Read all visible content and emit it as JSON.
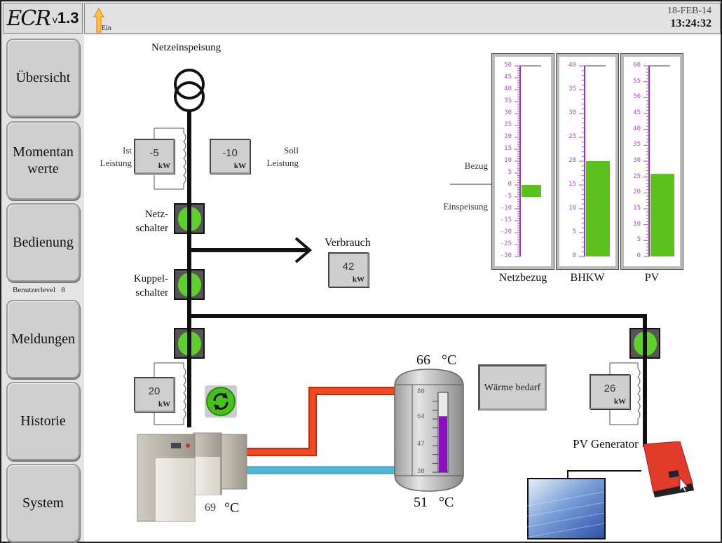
{
  "header": {
    "logo": "ECR",
    "version_prefix": "v",
    "version": "1.3",
    "ein_label": "Ein",
    "date": "18-FEB-14",
    "time": "13:24:32"
  },
  "sidebar": {
    "items": [
      {
        "label": "Übersicht"
      },
      {
        "label": "Momentan werte"
      },
      {
        "label": "Bedienung"
      },
      {
        "label": "Meldungen"
      },
      {
        "label": "Historie"
      },
      {
        "label": "System"
      }
    ],
    "user_level_label": "Benutzerlevel",
    "user_level_value": "8"
  },
  "diagram": {
    "grid_feed_label": "Netzeinspeisung",
    "ist_label": "Ist Leistung",
    "ist_value": "-5",
    "soll_label": "Soll Leistung",
    "soll_value": "-10",
    "unit": "kW",
    "netz_switch_label": "Netz- schalter",
    "kuppel_switch_label": "Kuppel- schalter",
    "consumption_label": "Verbrauch",
    "consumption_value": "42",
    "bhkw_power_value": "20",
    "bhkw_temp_value": "69",
    "temp_unit": "°C",
    "tank_top_temp": "66",
    "tank_bottom_temp": "51",
    "tank_scale": [
      "80",
      "64",
      "47",
      "30"
    ],
    "tank_level_value": 65,
    "tank_range": [
      30,
      80
    ],
    "heat_demand_label": "Wärme bedarf",
    "pv_power_value": "26",
    "pv_generator_label": "PV Generator"
  },
  "gauges": {
    "bezug_label": "Bezug",
    "einspeisung_label": "Einspeisung",
    "items": [
      {
        "name": "Netzbezug",
        "min": -30,
        "max": 50,
        "step": 5,
        "value": -5,
        "color": "#5cc11e"
      },
      {
        "name": "BHKW",
        "min": 0,
        "max": 40,
        "step": 5,
        "value": 20,
        "color": "#5cc11e"
      },
      {
        "name": "PV",
        "min": 0,
        "max": 60,
        "step": 5,
        "value": 26,
        "color": "#5cc11e"
      }
    ]
  },
  "colors": {
    "switch_on": "#5fcf2b",
    "bar_fill": "#5cc11e",
    "scale_text": "#b34ad0",
    "tank_fill": "#8a0fc0",
    "hot_pipe": "#e8401c",
    "cold_pipe": "#4fb8d8"
  }
}
